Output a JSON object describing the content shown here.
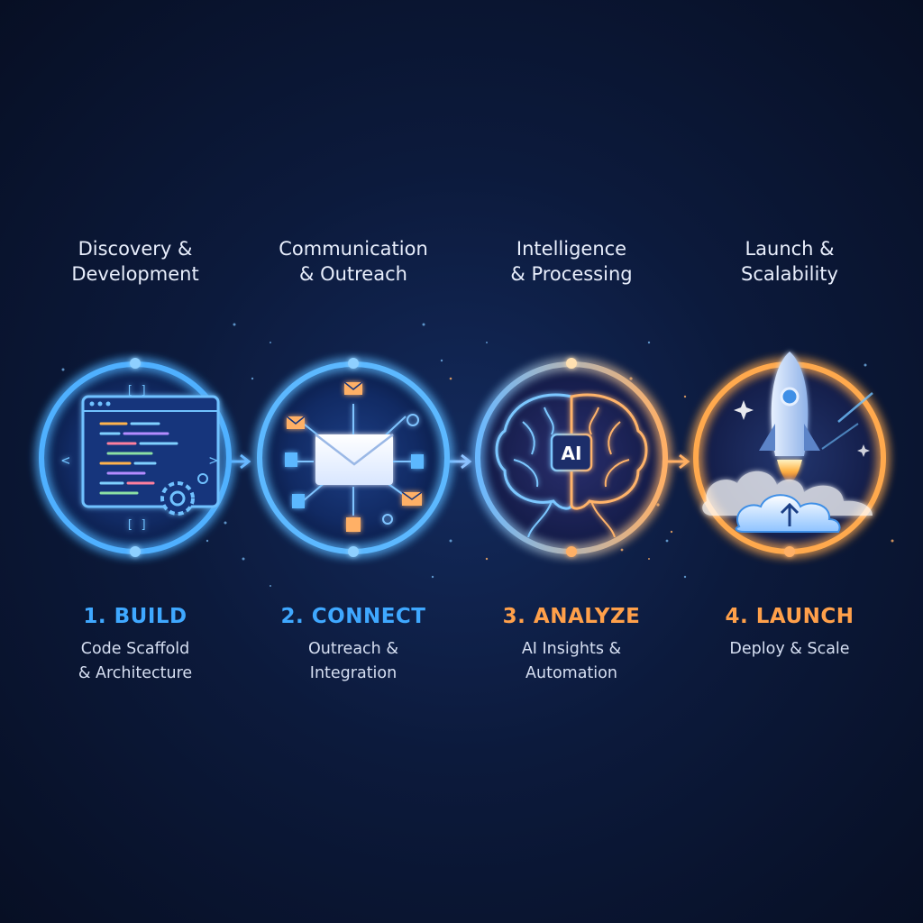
{
  "steps": [
    {
      "phase": "Discovery &\nDevelopment",
      "title": "1. BUILD",
      "subtitle": "Code Scaffold\n& Architecture",
      "accent": "#4fb0ff",
      "icon": "code-scaffold-icon"
    },
    {
      "phase": "Communication\n& Outreach",
      "title": "2. CONNECT",
      "subtitle": "Outreach &\nIntegration",
      "accent": "#4fb0ff",
      "icon": "envelope-network-icon"
    },
    {
      "phase": "Intelligence\n& Processing",
      "title": "3. ANALYZE",
      "subtitle": "AI Insights &\nAutomation",
      "accent": "#ffa94d",
      "icon": "ai-brain-icon",
      "icon_label": "AI"
    },
    {
      "phase": "Launch &\nScalability",
      "title": "4. LAUNCH",
      "subtitle": "Deploy & Scale",
      "accent": "#ffa94d",
      "icon": "rocket-cloud-icon"
    }
  ],
  "colors": {
    "background": "#0c1a3c",
    "blue_glow": "#4fb0ff",
    "orange_glow": "#ffa94d",
    "title_blue": "#3fa8ff",
    "title_orange": "#ffa04a"
  }
}
